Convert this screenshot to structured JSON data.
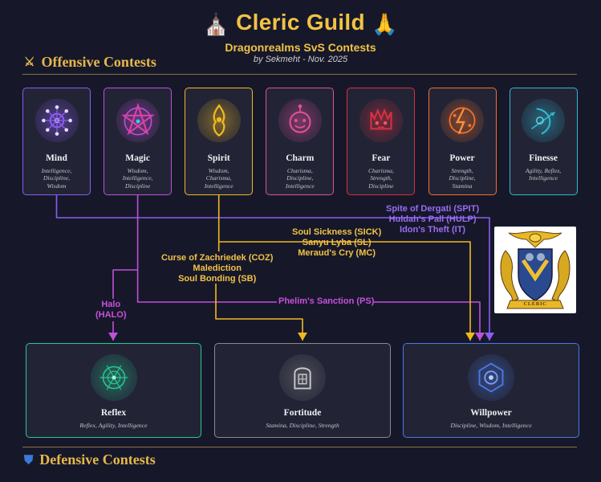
{
  "header": {
    "title": "Cleric Guild",
    "title_icon_left": "church-icon",
    "title_icon_right": "praying-hands-icon",
    "subtitle": "Dragonrealms SvS Contests",
    "byline": "by Sekmeht -  Nov. 2025"
  },
  "sections": {
    "offensive": {
      "label": "Offensive Contests",
      "icon": "crossed-swords-icon"
    },
    "defensive": {
      "label": "Defensive Contests",
      "icon": "shield-icon"
    }
  },
  "offensive": [
    {
      "name": "Mind",
      "stats": [
        "Intelligence,",
        "Discipline,",
        "Wisdom"
      ],
      "color": "#8a5cf0",
      "icon": "mind-sigil-icon"
    },
    {
      "name": "Magic",
      "stats": [
        "Wisdom,",
        "Intelligence,",
        "Discipline"
      ],
      "color": "#c050d8",
      "icon": "pentagram-icon"
    },
    {
      "name": "Spirit",
      "stats": [
        "Wisdom,",
        "Charisma,",
        "Intelligence"
      ],
      "color": "#f0b820",
      "icon": "spirit-flame-icon"
    },
    {
      "name": "Charm",
      "stats": [
        "Charisma,",
        "Discipline,",
        "Intelligence"
      ],
      "color": "#e0509a",
      "icon": "charm-face-icon"
    },
    {
      "name": "Fear",
      "stats": [
        "Charisma,",
        "Strength,",
        "Discipline"
      ],
      "color": "#d83040",
      "icon": "fear-skull-icon"
    },
    {
      "name": "Power",
      "stats": [
        "Strength,",
        "Discipline,",
        "Stamina"
      ],
      "color": "#f07028",
      "icon": "power-rune-icon"
    },
    {
      "name": "Finesse",
      "stats": [
        "Agility, Reflex,",
        "Intelligence"
      ],
      "color": "#30b8d0",
      "icon": "finesse-bow-icon"
    }
  ],
  "defensive": [
    {
      "name": "Reflex",
      "stats": "Reflex, Agility, Intelligence",
      "color": "#28c890",
      "icon": "reflex-web-icon"
    },
    {
      "name": "Fortitude",
      "stats": "Stamina, Discipline, Strength",
      "color": "#8a8a8a",
      "icon": "fortitude-door-icon"
    },
    {
      "name": "Willpower",
      "stats": "Discipline, Wisdom, Intelligence",
      "color": "#4a78e0",
      "icon": "willpower-hex-icon"
    }
  ],
  "spells": {
    "mind_group": [
      "Spite of Dergati (SPIT)",
      "Huldah's Pall (HULP)",
      "Idon's Theft (IT)"
    ],
    "spirit_will_group": [
      "Soul Sickness (SICK)",
      "Sanyu Lyba (SL)",
      "Meraud's Cry (MC)"
    ],
    "spirit_fort_group": [
      "Curse of Zachriedek (COZ)",
      "Malediction",
      "Soul Bonding (SB)"
    ],
    "magic_reflex": [
      "Halo",
      "(HALO)"
    ],
    "magic_will": "Phelim's Sanction (PS)"
  },
  "colors": {
    "gold": "#f2c244",
    "mind_line": "#8a5cf0",
    "magic_line": "#c050d8",
    "spirit_line": "#f0b820"
  },
  "crest": {
    "icon": "cleric-crest-icon",
    "banner": "CLERIC"
  }
}
